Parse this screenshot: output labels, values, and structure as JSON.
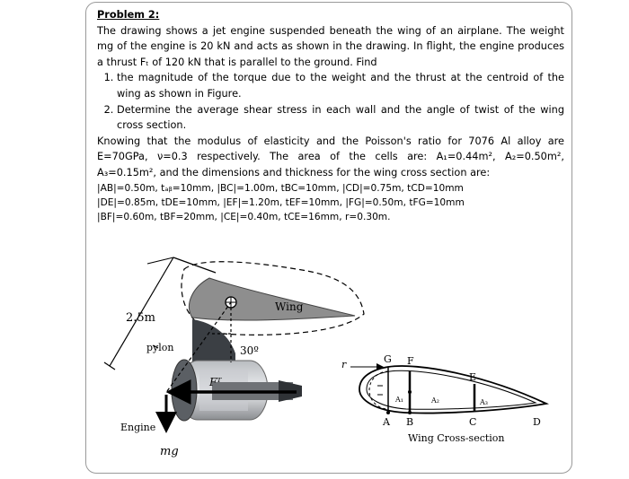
{
  "problem": {
    "title": "Problem 2:",
    "intro": "The drawing shows a jet engine suspended beneath the wing of an airplane. The weight mg of the engine is 20 kN and acts as shown in the drawing. In flight, the engine produces a thrust Fₜ of 120 kN that is parallel to the ground. Find",
    "tasks": [
      "the magnitude of the torque due to the weight and the thrust at the centroid of the wing as shown in Figure.",
      "Determine the average shear stress in each wall and the angle of twist of the wing cross section."
    ],
    "given": "Knowing that the modulus of elasticity and the Poisson's ratio for 7076 Al alloy are E=70GPa, ν=0.3 respectively. The area of the cells are: A₁=0.44m², A₂=0.50m², A₃=0.15m², and the dimensions and thickness for the wing cross section are:",
    "dims": [
      "|AB|=0.50m, tₐᵦ=10mm, |BC|=1.00m, tBC=10mm, |CD|=0.75m, tCD=10mm",
      "|DE|=0.85m, tDE=10mm, |EF|=1.20m, tEF=10mm, |FG|=0.50m, tFG=10mm",
      "|BF|=0.60m, tBF=20mm, |CE|=0.40m, tCE=16mm, r=0.30m."
    ]
  },
  "figure_left": {
    "dist_label": "2.5m",
    "pylon_label": "pylon",
    "angle_label": "30º",
    "thrust_label": "Fᵀ",
    "wing_label": "Wing",
    "engine_label": "Engine",
    "weight_label": "mg"
  },
  "figure_right": {
    "r_label": "r",
    "G": "G",
    "F": "F",
    "E": "E",
    "A": "A",
    "B": "B",
    "C": "C",
    "D": "D",
    "A1": "A₁",
    "A2": "A₂",
    "A3": "A₃",
    "caption": "Wing Cross-section"
  },
  "colors": {
    "wing_fill": "#8e8e8e",
    "engine_dark": "#6f7276",
    "engine_light": "#d8dbde"
  }
}
